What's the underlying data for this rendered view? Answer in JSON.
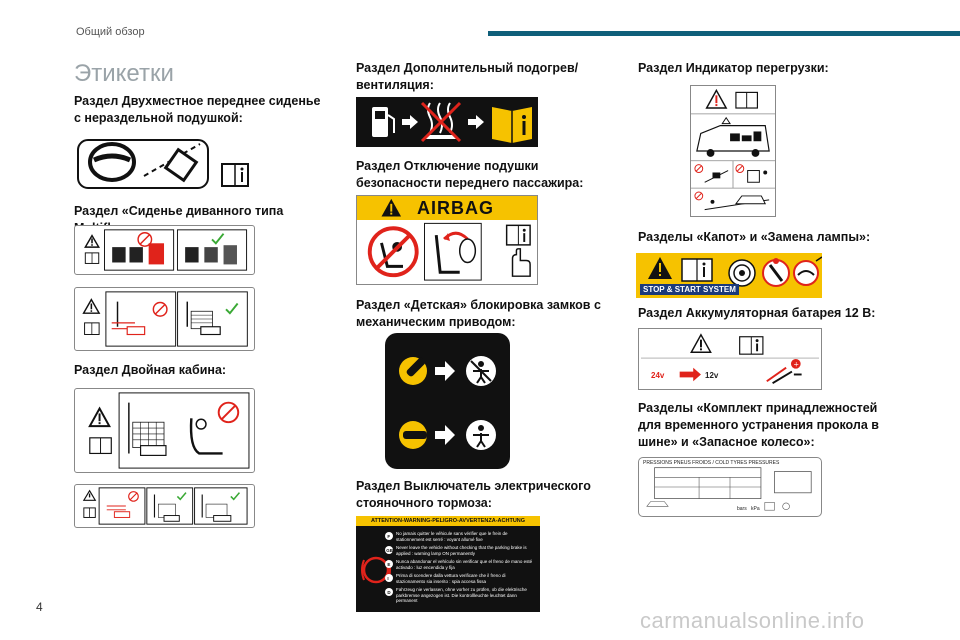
{
  "header": {
    "section": "Общий обзор"
  },
  "title": "Этикетки",
  "page_number": "4",
  "watermark": "carmanualsonline.info",
  "col1": {
    "h_front_seat": "Раздел Двухместное переднее сиденье с нераздельной подушкой:",
    "h_multiflex": "Раздел «Сиденье диванного типа Multiflex»:",
    "h_double_cab": "Раздел Двойная кабина:"
  },
  "col2": {
    "h_heating": "Раздел Дополнительный подогрев/ вентиляция:",
    "h_airbag": "Раздел Отключение подушки безопасности переднего пассажира:",
    "airbag_label": "AIRBAG",
    "h_child_lock": "Раздел «Детская» блокировка замков с механическим приводом:",
    "h_parking_brake": "Раздел Выключатель электрического стояночного тормоза:",
    "pb_header": "ATTENTION-WARNING-PELIGRO-AVVERTENZA-ACHTUNG",
    "pb_lines": [
      "No jamais quitter le véhicule sans vérifier que le frein de stationnement est serré : voyant allumé fixe",
      "Never leave the vehicle without checking that the parking brake is applied : warning lamp ON permanently",
      "Nunca abandonar el vehículo sin verificar que el freno de mano esté activado : luz encendida y fija",
      "Prima di scendere dalla vettura verificare che il freno di stazionamento sia inserito : spia accesa fissa",
      "Fahrzeug nie verlassen, ohne vorher zu prüfen, ob die elektrische parkbremse angezogen ist. Die kontrollleuchte leuchtet dann permanent"
    ],
    "pb_langs": [
      "F",
      "GB",
      "E",
      "I",
      "D"
    ]
  },
  "col3": {
    "h_overload": "Раздел Индикатор перегрузки:",
    "h_hood_lamp": "Разделы «Капот» и «Замена лампы»:",
    "ss_label": "STOP & START SYSTEM",
    "h_battery": "Раздел Аккумуляторная батарея 12 В:",
    "bat_24v": "24v",
    "bat_12v": "12v",
    "h_tyre_kit": "Разделы «Комплект принадлежностей для временного устранения прокола в шине» и «Запасное колесо»:",
    "tyre_header": "PRESSIONS PNEUS FROIDS / COLD TYRES PRESSURES",
    "tyre_units": "bars",
    "tyre_units2": "kPa"
  },
  "colors": {
    "accent": "#0f5f7a",
    "warn_yellow": "#f6c200",
    "prohibit_red": "#e0231b",
    "ok_green": "#3aa935"
  }
}
